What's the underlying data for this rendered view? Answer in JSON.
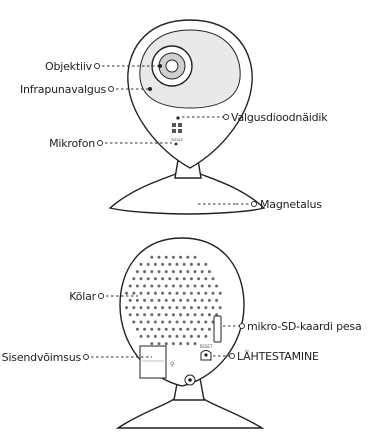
{
  "labels": {
    "lens": "Objektiiv",
    "ir_light": "Infrapunavalgus",
    "led": "Valgusdioodnäidik",
    "mic": "Mikrofon",
    "magnet_base": "Magnetalus",
    "speaker": "Kõlar",
    "microsd": "mikro-SD-kaardi pesa",
    "power": "Sisendvõimsus",
    "reset": "LÄHTESTAMINE"
  },
  "device": {
    "brand_mark": "ezviz",
    "reset_mark": "RESET"
  }
}
